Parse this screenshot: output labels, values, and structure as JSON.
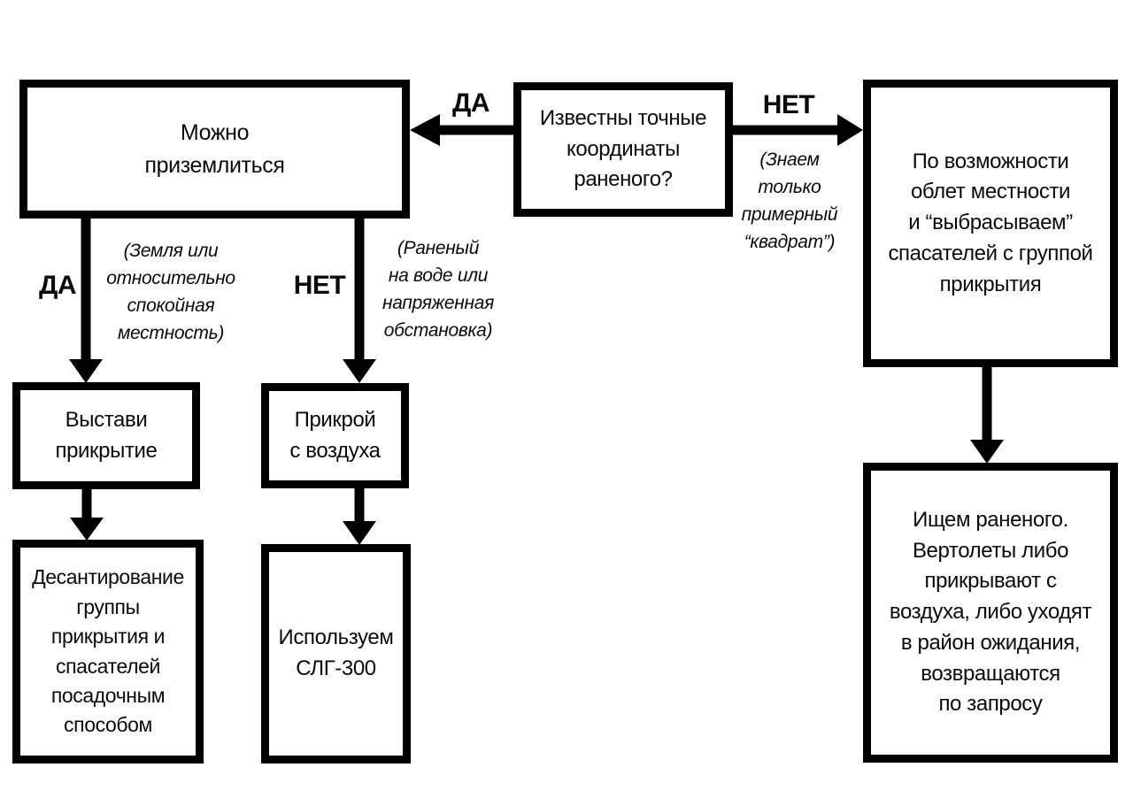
{
  "page": {
    "background_color": "#ffffff",
    "line_color": "#000000"
  },
  "flowchart": {
    "nodes": {
      "known_coords": {
        "text": "Известны точные\nкоординаты\nраненого?"
      },
      "can_land": {
        "text": "Можно\nприземлиться"
      },
      "flyover": {
        "text": "По возможности\nоблет местности\nи “выбрасываем”\nспасателей с группой\nприкрытия"
      },
      "set_cover": {
        "text": "Выстави\nприкрытие"
      },
      "cover_air": {
        "text": "Прикрой\nс воздуха"
      },
      "landing_party": {
        "text": "Десантирование\nгруппы\nприкрытия и\nспасателей\nпосадочным\nспособом"
      },
      "use_slg300": {
        "text": "Используем\nСЛГ-300"
      },
      "search_wounded": {
        "text": "Ищем раненого.\nВертолеты либо\nприкрывают с\nвоздуха, либо уходят\nв район ожидания,\nвозвращаются\nпо запросу"
      }
    },
    "branch_labels": {
      "yes_top": "ДА",
      "no_top": "НЕТ",
      "yes_left": "ДА",
      "no_left": "НЕТ"
    },
    "notes": {
      "approx_square": "(Знаем\nтолько\nпримерный\n“квадрат”)",
      "calm_terrain": "(Земля или\nотносительно\nспокойная\nместность)",
      "tense_situation": "(Раненый\nна воде или\nнапряженная\nобстановка)"
    }
  }
}
